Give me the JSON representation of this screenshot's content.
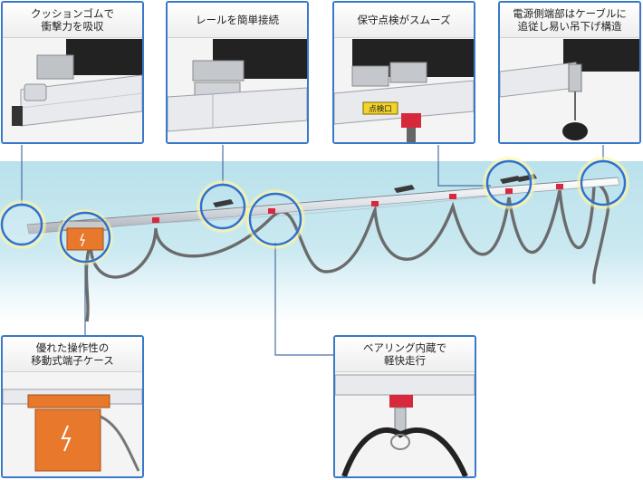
{
  "callouts": [
    {
      "id": "cushion",
      "title": "クッションゴムで\n衝撃力を吸収",
      "icon": "cushion-rubber-photo"
    },
    {
      "id": "rail-joint",
      "title": "レールを簡単接続",
      "icon": "rail-joint-photo"
    },
    {
      "id": "maintenance",
      "title": "保守点検がスムーズ",
      "icon": "maintenance-opening-photo",
      "label_text": "点検口"
    },
    {
      "id": "power-end",
      "title": "電源側端部はケーブルに\n追従し易い吊下げ構造",
      "icon": "power-end-hanger-photo"
    },
    {
      "id": "terminal-case",
      "title": "優れた操作性の\n移動式端子ケース",
      "icon": "terminal-case-photo"
    },
    {
      "id": "bearing",
      "title": "ベアリング内蔵で\n軽快走行",
      "icon": "bearing-trolley-photo"
    }
  ],
  "colors": {
    "frame": "#3a78c8",
    "leader": "#4a6fa5",
    "rail": "#e6e8ec",
    "rail_shadow": "#9aa0a8",
    "cable": "#6b6b6b",
    "terminal_case": "#e8792c",
    "trolley_red": "#d8283c",
    "band_top": "#b9e1ec"
  }
}
